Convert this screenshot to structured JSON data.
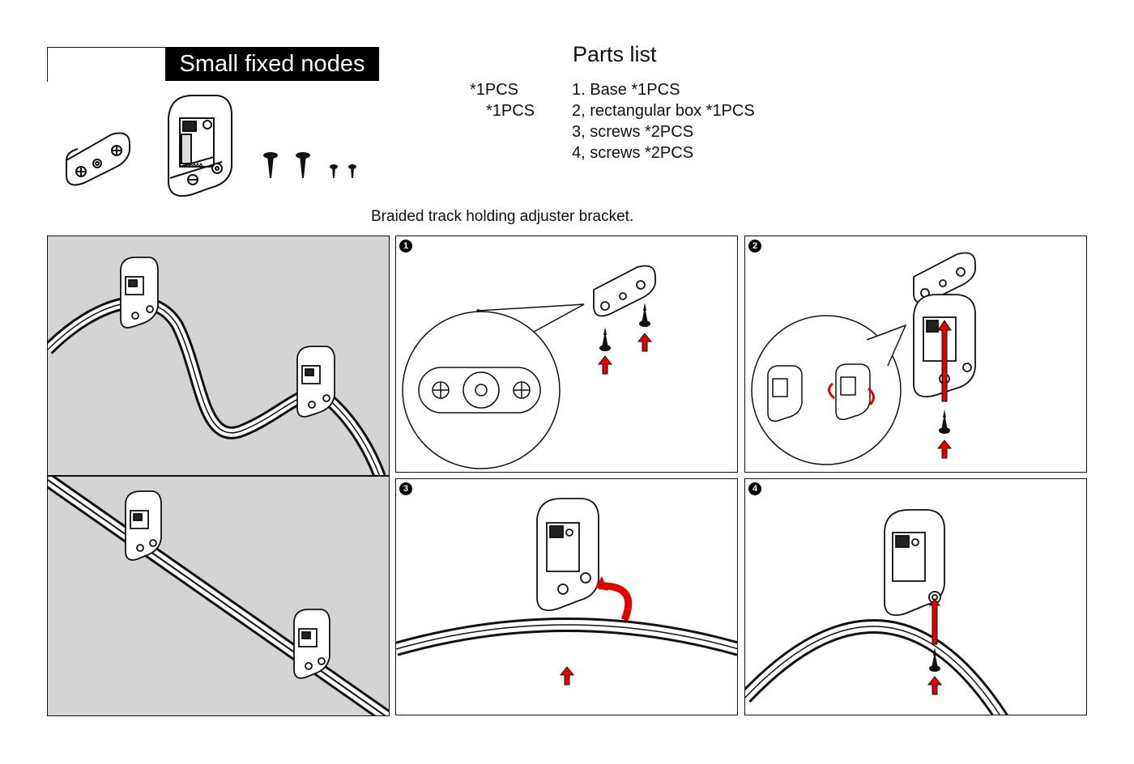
{
  "header": {
    "title": "Small fixed nodes"
  },
  "parts": {
    "title": "Parts list",
    "quantities": [
      "*1PCS",
      "*1PCS"
    ],
    "items": [
      "1. Base *1PCS",
      "2, rectangular box *1PCS",
      "3, screws *2PCS",
      "4, screws *2PCS"
    ]
  },
  "caption": "Braided track holding adjuster bracket.",
  "steps": [
    "1",
    "2",
    "3",
    "4"
  ],
  "colors": {
    "arrow": "#e00000",
    "line": "#111111",
    "panel_gray": "#d4d4d4"
  }
}
